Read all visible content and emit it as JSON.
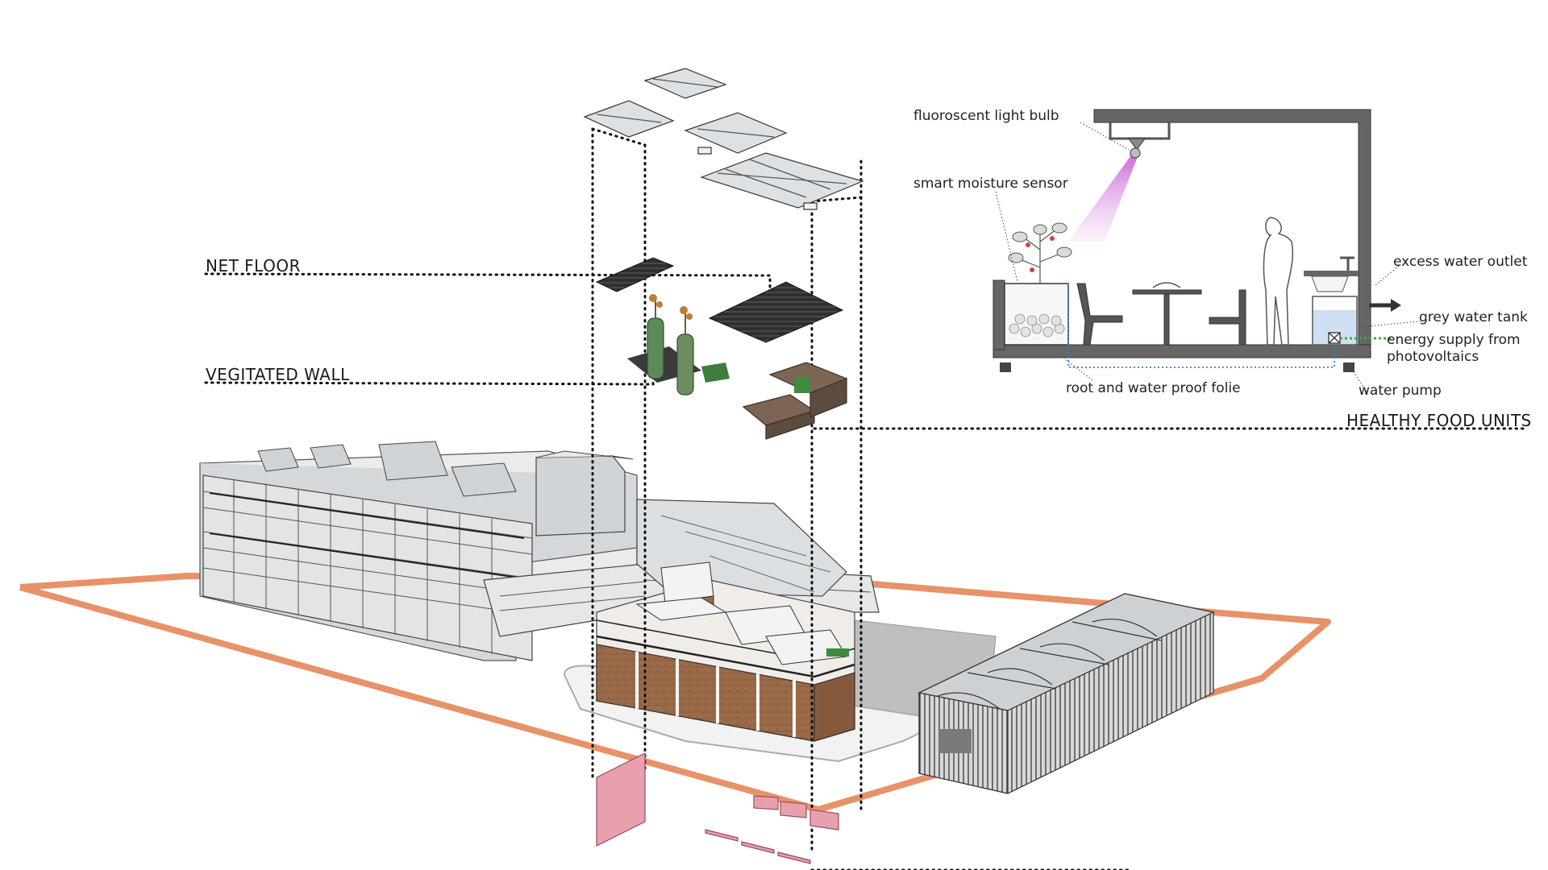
{
  "labels": {
    "net_floor": "NET FLOOR",
    "vegetated_wall": "VEGITATED WALL",
    "healthy_food_units": "HEALTHY FOOD UNITS"
  },
  "section": {
    "light_bulb": "fluoroscent light bulb",
    "moisture_sensor": "smart moisture sensor",
    "excess_water": "excess water outlet",
    "grey_water": "grey water tank",
    "energy_line1": "energy supply from",
    "energy_line2": "photovoltaics",
    "root_folie": "root and water proof folie",
    "water_pump": "water pump"
  },
  "colors": {
    "site_boundary": "#e8926a",
    "brick": "#9a6a48",
    "glass": "#c9ced2",
    "pink_panel": "#e8a0ae",
    "light_beam": "#d070d8",
    "pump_line": "#3a7de0",
    "energy_line": "#3cae3c"
  }
}
